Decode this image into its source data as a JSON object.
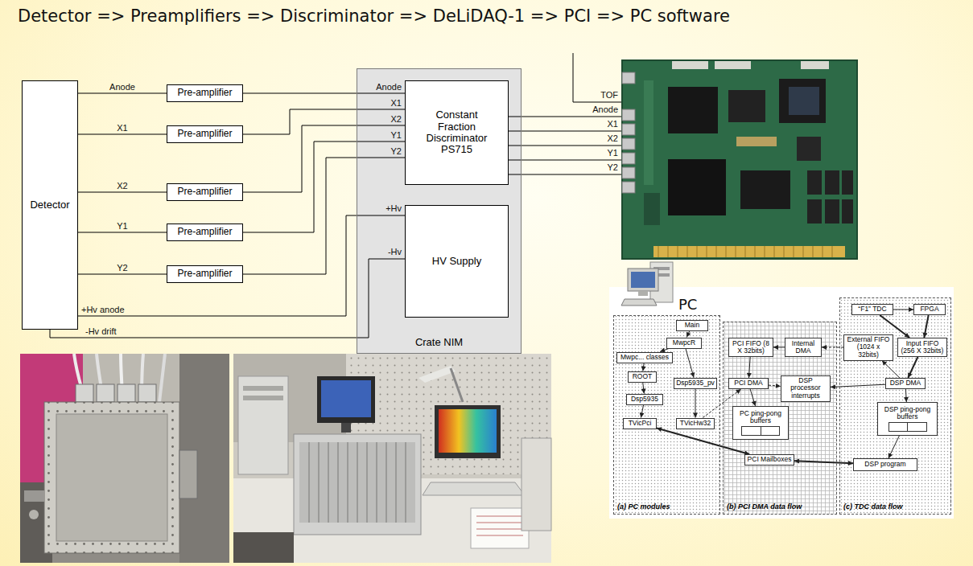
{
  "diagram": {
    "title": "Detector => Preamplifiers => Discriminator => DeLiDAQ-1 => PCI => PC software",
    "nodes": [
      {
        "text": [
          "Detector"
        ]
      },
      {
        "text": [
          "Pre-amplifier"
        ]
      },
      {
        "text": [
          "Pre-amplifier"
        ]
      },
      {
        "text": [
          "Pre-amplifier"
        ]
      },
      {
        "text": [
          "Pre-amplifier"
        ]
      },
      {
        "text": [
          "Pre-amplifier"
        ]
      },
      {
        "text": [
          "Crate NIM"
        ]
      },
      {
        "text": [
          "Constant Fraction Discriminator PS715"
        ],
        "in": 6
      },
      {
        "text": [
          "HV Supply"
        ],
        "in": 6
      },
      {
        "text": [
          "(a) PC modules"
        ]
      },
      {
        "text": [
          "Main"
        ],
        "in": 9
      },
      {
        "text": [
          "MwpcR"
        ],
        "in": 9
      },
      {
        "text": [
          "Mwpc... classes"
        ],
        "in": 9
      },
      {
        "text": [
          "ROOT"
        ],
        "in": 9
      },
      {
        "text": [
          "Dsp5935_pv"
        ],
        "in": 9
      },
      {
        "text": [
          "Dsp5935"
        ],
        "in": 9
      },
      {
        "text": [
          "TVicPci"
        ],
        "in": 9
      },
      {
        "text": [
          "TVicHw32"
        ],
        "in": 9
      },
      {
        "text": [
          "(b) PCI DMA data flow"
        ]
      },
      {
        "text": [
          "PCI FIFO (8 X 32bits)"
        ],
        "in": 18
      },
      {
        "text": [
          "Internal DMA"
        ],
        "in": 18
      },
      {
        "text": [
          "PCI DMA"
        ],
        "in": 18
      },
      {
        "text": [
          "DSP processor interrupts"
        ],
        "in": 18
      },
      {
        "text": [
          "PC ping-pong buffers"
        ],
        "in": 18
      },
      {
        "text": [
          "PCI Mailboxes"
        ],
        "in": 18
      },
      {
        "text": [
          "(c) TDC data flow"
        ]
      },
      {
        "text": [
          "“F1” TDC"
        ],
        "in": 25
      },
      {
        "text": [
          "FPGA"
        ],
        "in": 25
      },
      {
        "text": [
          "External FIFO (1024 x 32bits)"
        ],
        "in": 25
      },
      {
        "text": [
          "Input FIFO (256 X 32bits)"
        ],
        "in": 25
      },
      {
        "text": [
          "DSP DMA"
        ],
        "in": 25
      },
      {
        "text": [
          "DSP ping-pong buffers"
        ],
        "in": 25
      },
      {
        "text": [
          "DSP program"
        ],
        "in": 25
      }
    ],
    "edges": [
      {
        "from": 0,
        "to": 1,
        "label": "Anode",
        "arrow": "none"
      },
      {
        "from": 0,
        "to": 2,
        "label": "X1",
        "arrow": "none"
      },
      {
        "from": 0,
        "to": 3,
        "label": "X2",
        "arrow": "none"
      },
      {
        "from": 0,
        "to": 4,
        "label": "Y1",
        "arrow": "none"
      },
      {
        "from": 0,
        "to": 5,
        "label": "Y2",
        "arrow": "none"
      },
      {
        "from": 1,
        "to": 7,
        "label": "Anode",
        "arrow": "none"
      },
      {
        "from": 2,
        "to": 7,
        "label": "X1",
        "arrow": "none"
      },
      {
        "from": 3,
        "to": 7,
        "label": "X2",
        "arrow": "none"
      },
      {
        "from": 4,
        "to": 7,
        "label": "Y1",
        "arrow": "none"
      },
      {
        "from": 5,
        "to": 7,
        "label": "Y2",
        "arrow": "none"
      },
      {
        "from": 8,
        "to": 0,
        "label": "+Hv anode",
        "arrow": "none"
      },
      {
        "from": 8,
        "to": 0,
        "label": "-Hv drift",
        "arrow": "none"
      },
      {
        "from": 10,
        "to": 11,
        "arrow": "to"
      },
      {
        "from": 11,
        "to": 12,
        "arrow": "to"
      },
      {
        "from": 12,
        "to": 13,
        "arrow": "to"
      },
      {
        "from": 13,
        "to": 15,
        "arrow": "to"
      },
      {
        "from": 11,
        "to": 14,
        "arrow": "to"
      },
      {
        "from": 14,
        "to": 17,
        "arrow": "to"
      },
      {
        "from": 15,
        "to": 16,
        "arrow": "to"
      },
      {
        "from": 16,
        "to": 24,
        "arrow": "both"
      },
      {
        "from": 17,
        "to": 21,
        "arrow": "to"
      },
      {
        "from": 19,
        "to": 21,
        "arrow": "to"
      },
      {
        "from": 20,
        "to": 19,
        "arrow": "to"
      },
      {
        "from": 28,
        "to": 20,
        "arrow": "to"
      },
      {
        "from": 21,
        "to": 23,
        "arrow": "to"
      },
      {
        "from": 21,
        "to": 22,
        "arrow": "to"
      },
      {
        "from": 30,
        "to": 22,
        "arrow": "to"
      },
      {
        "from": 29,
        "to": 30,
        "arrow": "to"
      },
      {
        "from": 26,
        "to": 27,
        "arrow": "to"
      },
      {
        "from": 26,
        "to": 29,
        "arrow": "to"
      },
      {
        "from": 27,
        "to": 29,
        "arrow": "to"
      },
      {
        "from": 30,
        "to": 28,
        "arrow": "to"
      },
      {
        "from": 30,
        "to": 31,
        "arrow": "to"
      },
      {
        "from": 31,
        "to": 32,
        "arrow": "to"
      },
      {
        "from": 24,
        "to": 32,
        "arrow": "both"
      }
    ],
    "labels": [
      "+Hv",
      "-Hv",
      "TOF",
      "Anode",
      "X1",
      "X2",
      "Y1",
      "Y2",
      "PC"
    ]
  }
}
